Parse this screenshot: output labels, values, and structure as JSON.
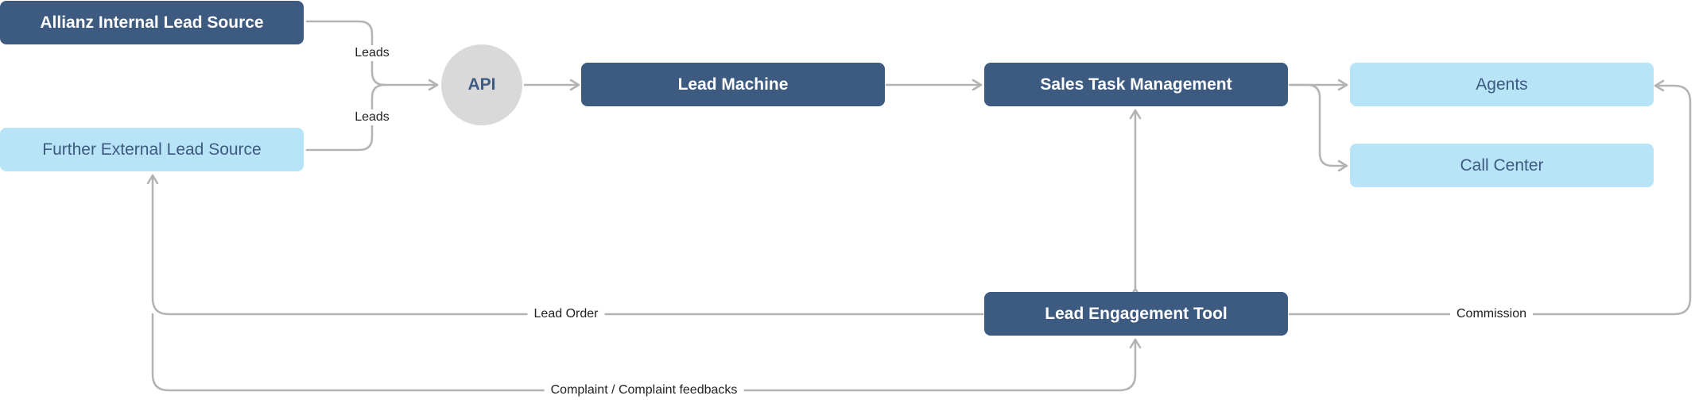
{
  "nodes": {
    "allianz_internal": "Allianz Internal Lead Source",
    "further_external": "Further External Lead Source",
    "api": "API",
    "lead_machine": "Lead Machine",
    "sales_task": "Sales Task Management",
    "agents": "Agents",
    "call_center": "Call Center",
    "lead_engagement": "Lead Engagement Tool"
  },
  "edge_labels": {
    "leads_top": "Leads",
    "leads_bottom": "Leads",
    "lead_order": "Lead Order",
    "commission": "Commission",
    "complaint": "Complaint / Complaint feedbacks"
  },
  "colors": {
    "dark_node": "#3d5a80",
    "light_node": "#b8e4f8",
    "api_node": "#d9d9d9",
    "connector": "#b3b3b3"
  }
}
